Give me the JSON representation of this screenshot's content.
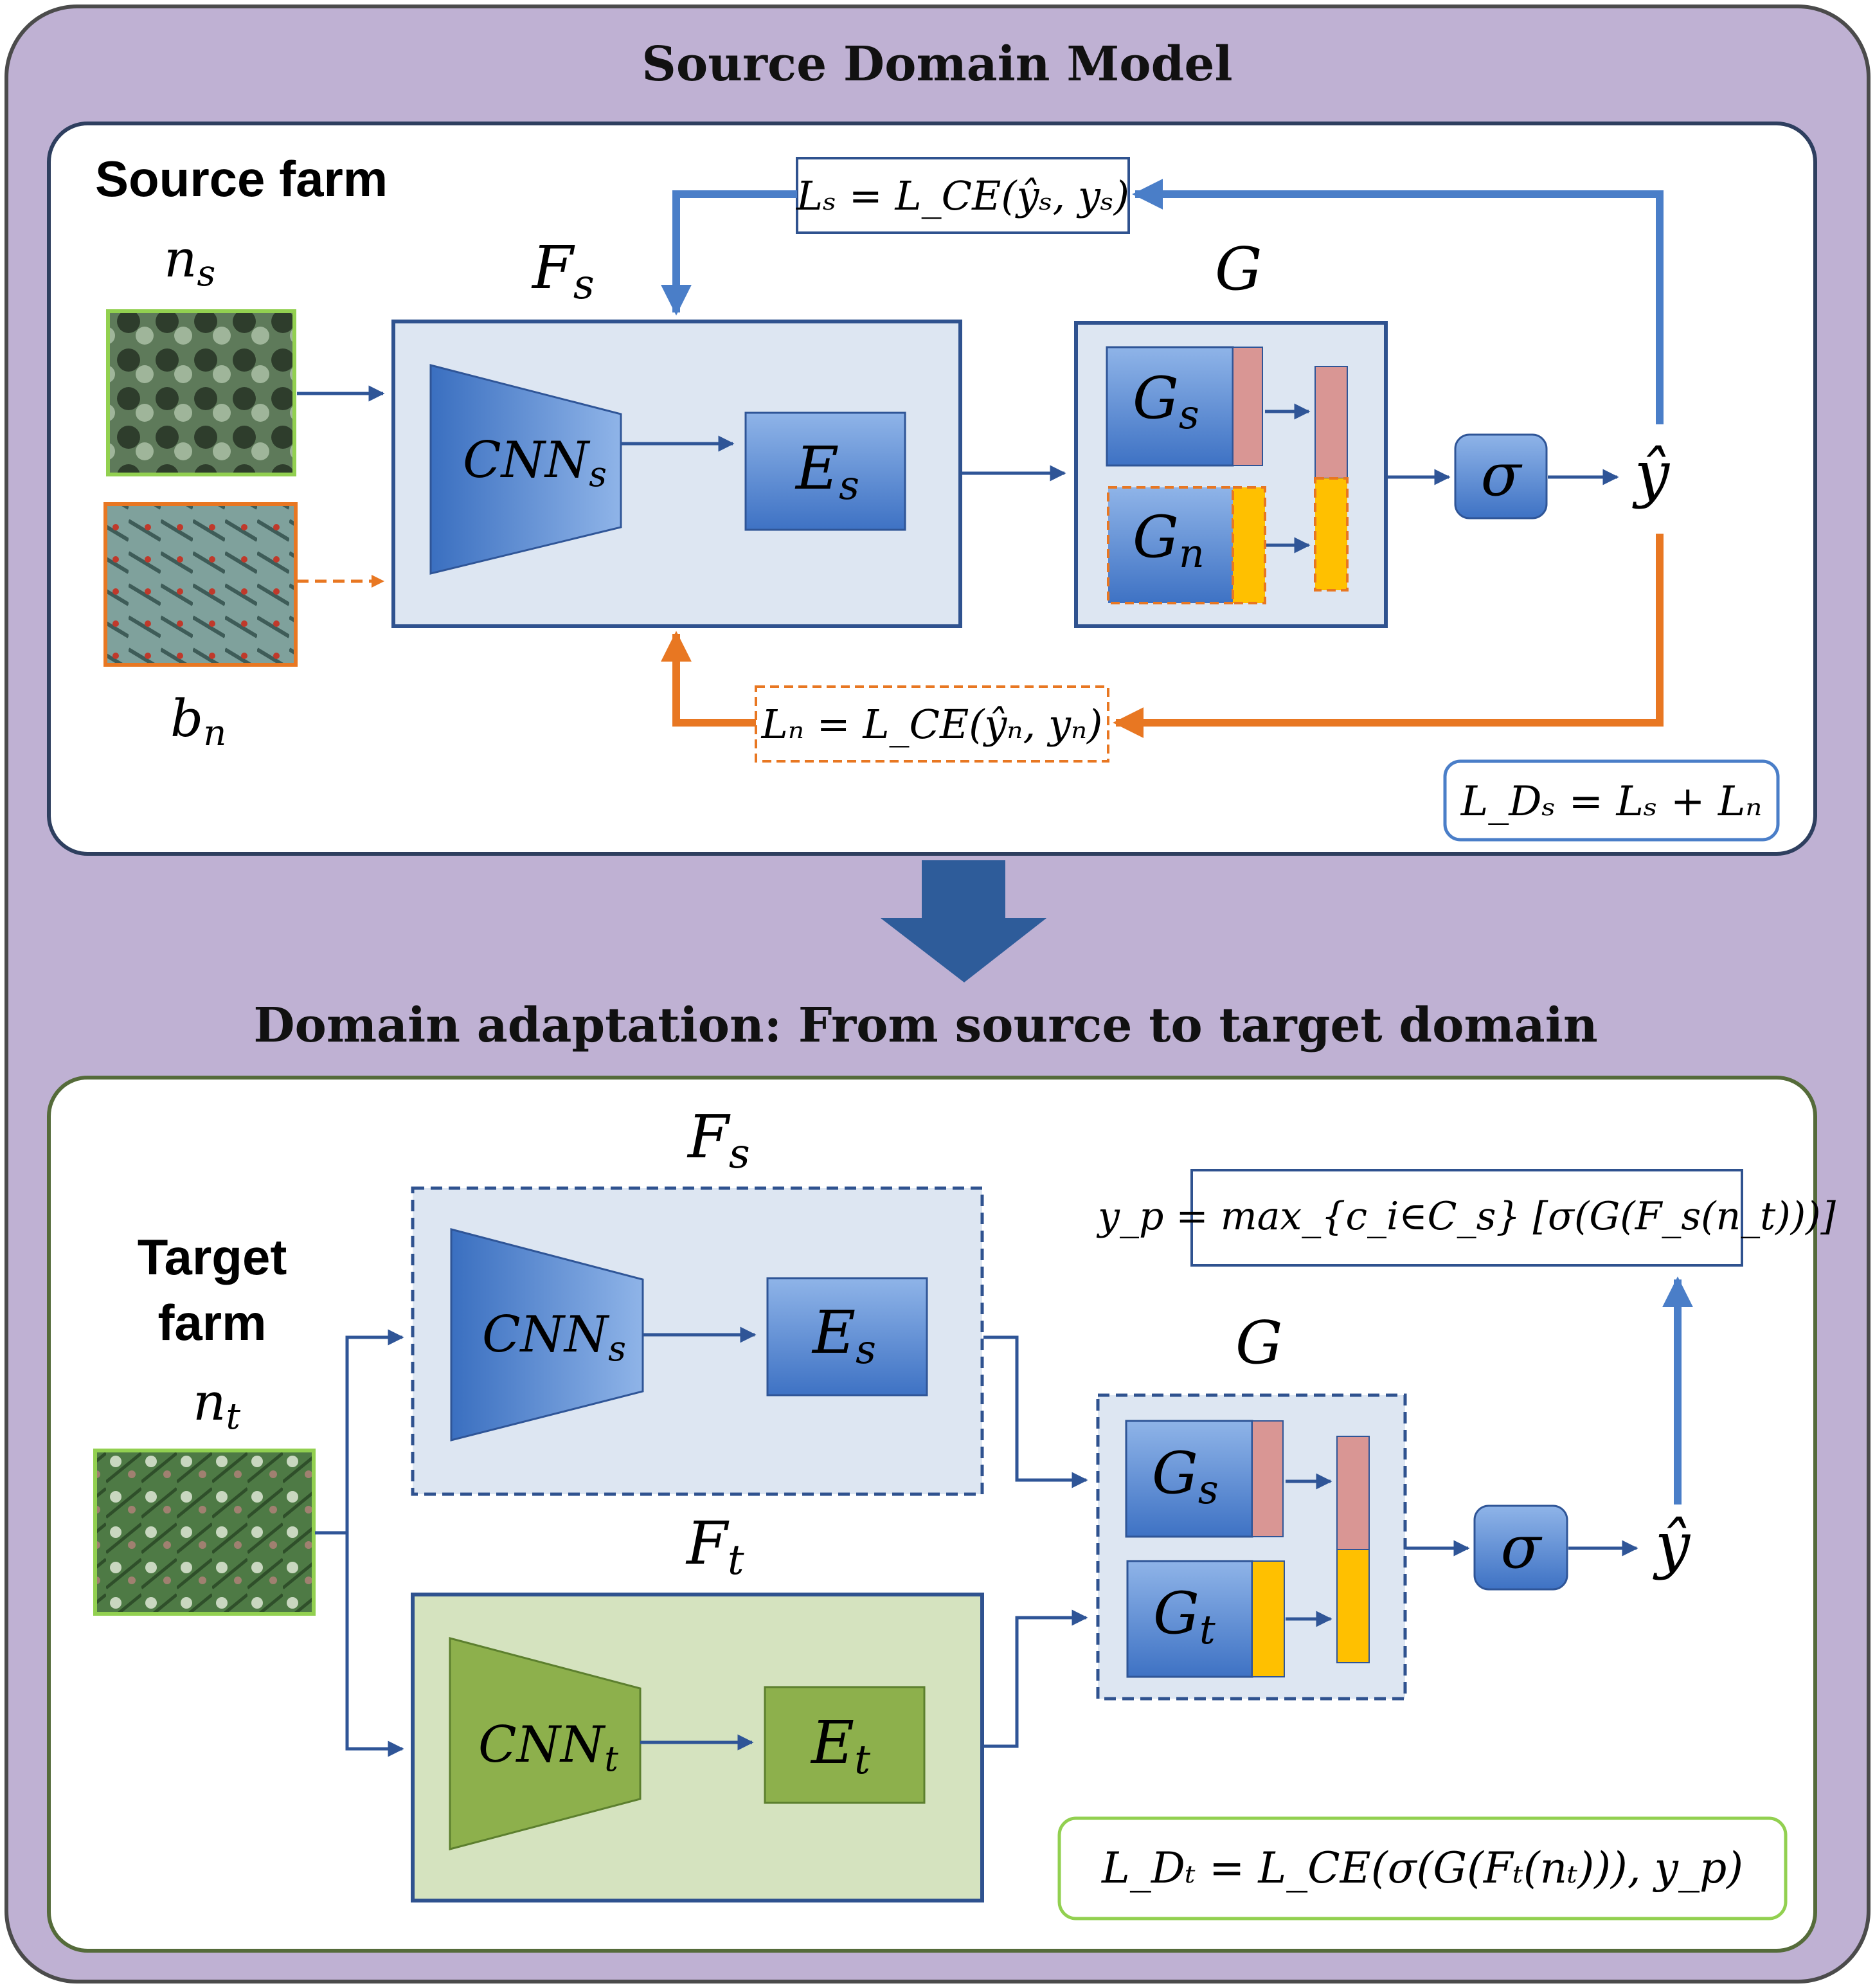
{
  "source_section": {
    "title": "Source Domain Model",
    "panel_label": "Source farm",
    "sample_label_main": "n",
    "sample_label_sub": "s",
    "noise_label_main": "b",
    "noise_label_sub": "n",
    "feature_extractor_main": "F",
    "feature_extractor_sub": "s",
    "cnn_main": "CNN",
    "cnn_sub": "s",
    "encoder_main": "E",
    "encoder_sub": "s",
    "classifier": "G",
    "head_source_main": "G",
    "head_source_sub": "s",
    "head_noise_main": "G",
    "head_noise_sub": "n",
    "sigma": "σ",
    "y_hat": "ŷ",
    "loss_source": "Lₛ = L_CE(ŷₛ, yₛ)",
    "loss_noise": "Lₙ = L_CE(ŷₙ, yₙ)",
    "loss_total": "L_Dₛ = Lₛ + Lₙ"
  },
  "adaptation_section": {
    "title": "Domain adaptation: From source to target domain",
    "panel_label_line1": "Target",
    "panel_label_line2": "farm",
    "sample_label_main": "n",
    "sample_label_sub": "t",
    "source_extractor_main": "F",
    "source_extractor_sub": "s",
    "source_cnn_main": "CNN",
    "source_cnn_sub": "s",
    "source_encoder_main": "E",
    "source_encoder_sub": "s",
    "target_extractor_main": "F",
    "target_extractor_sub": "t",
    "target_cnn_main": "CNN",
    "target_cnn_sub": "t",
    "target_encoder_main": "E",
    "target_encoder_sub": "t",
    "classifier": "G",
    "head_source_main": "G",
    "head_source_sub": "s",
    "head_target_main": "G",
    "head_target_sub": "t",
    "sigma": "σ",
    "y_hat": "ŷ",
    "pseudo_label": "y_p = max_{c_i∈C_s} [σ(G(F_s(n_t)))]",
    "loss_target": "L_Dₜ = L_CE(σ(G(Fₜ(nₜ))), y_p)"
  },
  "colors": {
    "outer_bg": "#BFB1D3",
    "panel_border": "#3A4B6B",
    "box_fill_blue": "#DDE6F2",
    "box_border_blue": "#2F528F",
    "box_fill_green": "#D5E3BF",
    "arrow_blue": "#4472C4",
    "arrow_orange": "#E87722",
    "bar_pink": "#D99694",
    "bar_yellow": "#FFC000",
    "green_shape": "#8DB04C",
    "big_arrow": "#2E5C9A"
  }
}
